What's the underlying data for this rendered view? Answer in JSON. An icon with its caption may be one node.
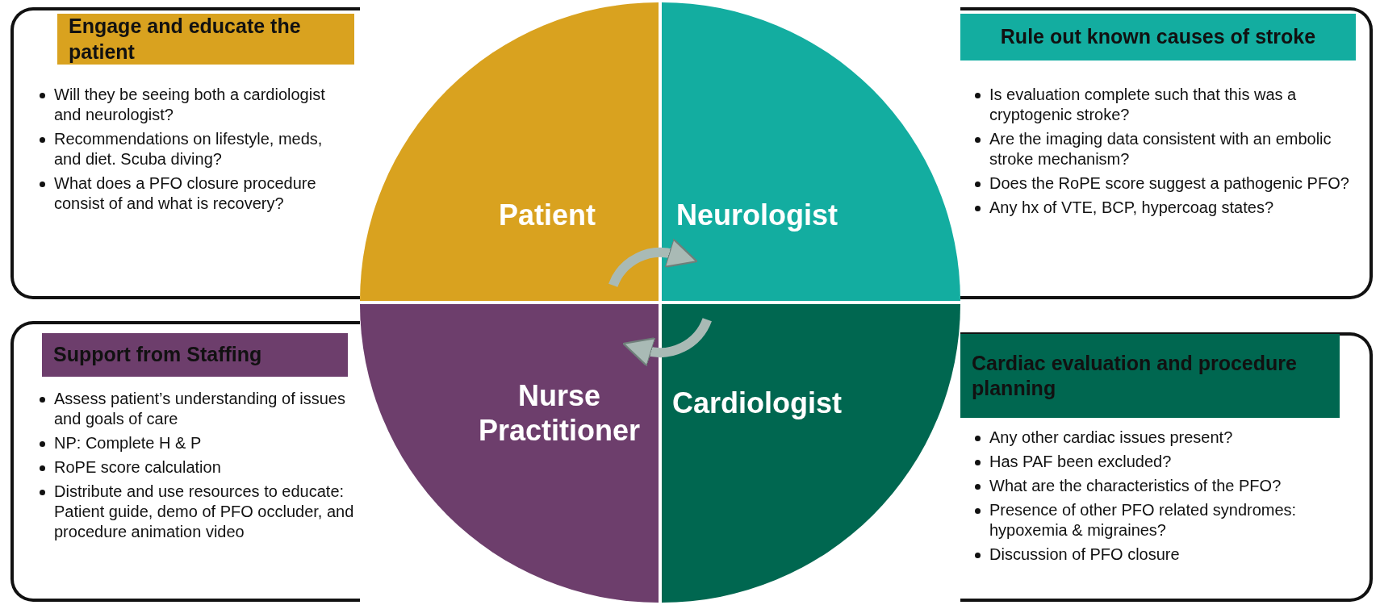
{
  "diagram": {
    "nodes": [
      {
        "text": [
          "Engage and educate the patient",
          "Will they be seeing both a cardiologist and neurologist?",
          "Recommendations on lifestyle, meds, and diet. Scuba diving?",
          "What does a PFO closure procedure consist of and what is recovery?"
        ]
      },
      {
        "text": [
          "Patient"
        ]
      },
      {
        "text": [
          "Neurologist"
        ]
      },
      {
        "text": [
          "Rule out known causes of stroke",
          "Is evaluation complete such that this was a cryptogenic stroke?",
          "Are the imaging data consistent with an embolic stroke mechanism?",
          "Does the RoPE score suggest a pathogenic PFO?",
          "Any hx of VTE, BCP, hypercoag states?"
        ]
      },
      {
        "text": [
          "Support from Staffing",
          "Assess patient’s understanding of issues and goals of care",
          "NP: Complete H & P",
          "RoPE score calculation",
          "Distribute and use resources to educate: Patient guide, demo of PFO occluder, and procedure animation video"
        ]
      },
      {
        "text": [
          "Nurse Practitioner"
        ]
      },
      {
        "text": [
          "Cardiologist"
        ]
      },
      {
        "text": [
          "Cardiac evaluation and procedure planning",
          "Any other cardiac issues present?",
          "Has PAF been excluded?",
          "What are the characteristics of the PFO?",
          "Presence of other PFO related syndromes: hypoxemia & migraines?",
          "Discussion of PFO closure"
        ]
      }
    ],
    "edges": [
      {
        "from": 1,
        "to": 2,
        "arrow": "to"
      },
      {
        "from": 6,
        "to": 5,
        "arrow": "to"
      }
    ]
  }
}
